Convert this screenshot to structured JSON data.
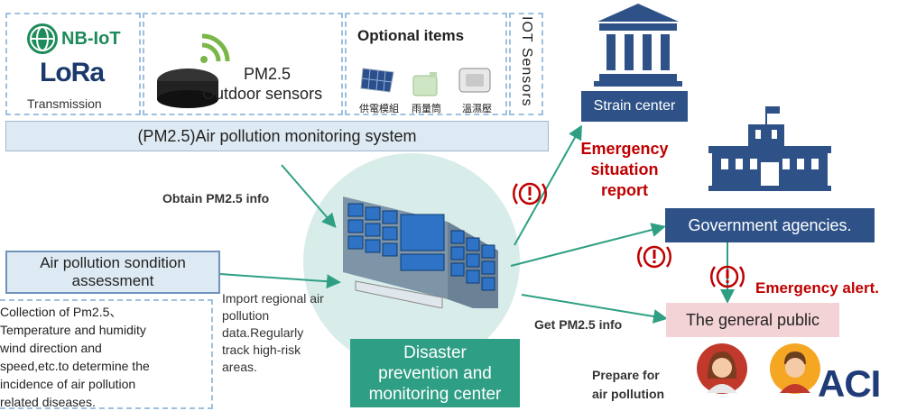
{
  "transmission": {
    "nbiot": "NB-IoT",
    "lora": "LoRa",
    "label": "Transmission"
  },
  "sensor": {
    "line1": "PM2.5",
    "line2": "Outdoor sensors"
  },
  "optional": {
    "title": "Optional items",
    "items": [
      "供電模組",
      "雨量筒",
      "溫濕壓"
    ]
  },
  "iot_label": "IOT Sensors",
  "system_bar": "(PM2.5)Air pollution monitoring system",
  "obtain_info": "Obtain PM2.5  info",
  "assessment": {
    "title_line1": "Air pollution sondition",
    "title_line2": "assessment"
  },
  "collection": [
    "Collection of Pm2.5、",
    "Temperature and humidity",
    "wind direction and",
    "speed,etc.to determine the",
    "incidence of air pollution",
    "related diseases."
  ],
  "import_text": [
    "Import regional air",
    "pollution",
    "data.Regularly",
    "track high-risk",
    "areas."
  ],
  "center": {
    "line1": "Disaster",
    "line2": "prevention and",
    "line3": "monitoring center"
  },
  "strain_center": "Strain center",
  "emergency_report": [
    "Emergency",
    "situation",
    "report"
  ],
  "government": "Government agencies.",
  "emergency_alert": "Emergency alert.",
  "public": "The general public",
  "get_info": "Get PM2.5  info",
  "prepare": [
    "Prepare for",
    "air pollution"
  ],
  "logo": "ACI",
  "colors": {
    "navy": "#2e5288",
    "teal": "#2e9e85",
    "red": "#c00000",
    "arrow": "#2f9f84",
    "panel": "#deeaf3",
    "pink": "#f4d3d6"
  }
}
